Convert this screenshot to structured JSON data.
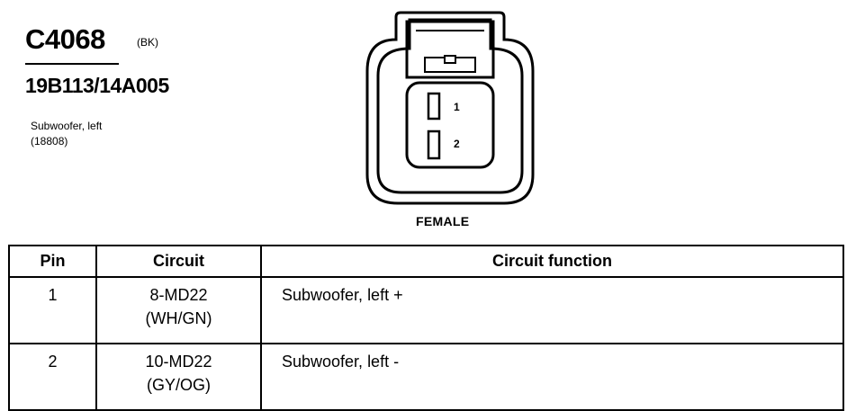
{
  "connector": {
    "id": "C4068",
    "color_code": "(BK)",
    "part_number": "19B113/14A005",
    "description_line1": "Subwoofer, left",
    "description_line2": "(18808)",
    "gender_label": "FEMALE",
    "cavity_labels": [
      "1",
      "2"
    ]
  },
  "table": {
    "headers": [
      "Pin",
      "Circuit",
      "Circuit function"
    ],
    "rows": [
      {
        "pin": "1",
        "circuit": "8-MD22",
        "wire_color": "(WH/GN)",
        "function": "Subwoofer, left  +"
      },
      {
        "pin": "2",
        "circuit": "10-MD22",
        "wire_color": "(GY/OG)",
        "function": "Subwoofer, left  -"
      }
    ]
  }
}
